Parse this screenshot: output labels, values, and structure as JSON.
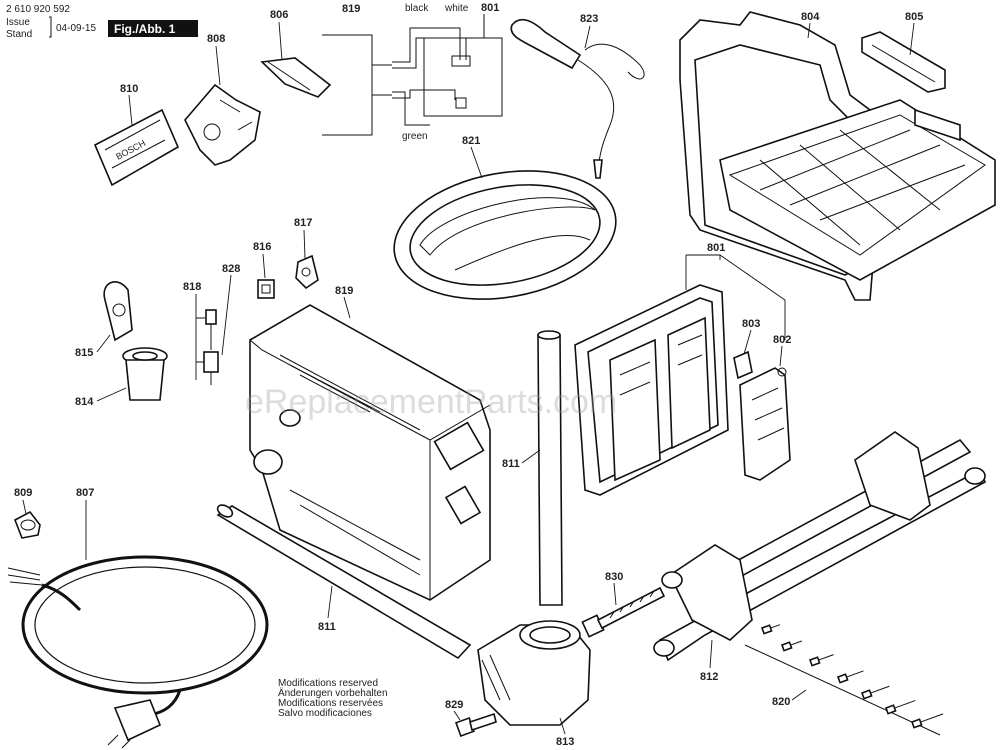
{
  "header": {
    "doc_number": "2 610 920 592",
    "issue_label": "Issue",
    "stand_label": "Stand",
    "issue_date": "04-09-15",
    "figure_label": "Fig./Abb. 1"
  },
  "wire_labels": {
    "black": "black",
    "white": "white",
    "green": "green"
  },
  "parts": {
    "p801a": "801",
    "p801b": "801",
    "p802": "802",
    "p803": "803",
    "p804": "804",
    "p805": "805",
    "p806": "806",
    "p807": "807",
    "p808": "808",
    "p809": "809",
    "p810": "810",
    "p811a": "811",
    "p811b": "811",
    "p812": "812",
    "p813": "813",
    "p814": "814",
    "p815": "815",
    "p816": "816",
    "p817": "817",
    "p818": "818",
    "p819a": "819",
    "p819b": "819",
    "p820": "820",
    "p821": "821",
    "p823": "823",
    "p828": "828",
    "p829": "829",
    "p830": "830"
  },
  "logo_text": "BOSCH",
  "watermark": "eReplacementParts.com",
  "modifications": [
    "Modifications reserved",
    "Änderungen vorbehalten",
    "Modifications reservées",
    "Salvo modificaciones"
  ]
}
